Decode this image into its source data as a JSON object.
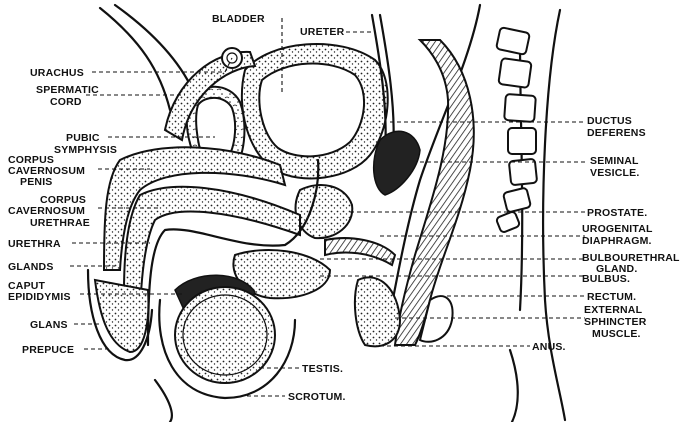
{
  "figure": {
    "labels_left": {
      "urachus": "URACHUS",
      "spermatic_cord": [
        "SPERMATIC",
        "CORD"
      ],
      "pubic_symphysis": [
        "PUBIC",
        "SYMPHYSIS"
      ],
      "corpus_cavernosum_penis": [
        "CORPUS",
        "CAVERNOSUM",
        "PENIS"
      ],
      "corpus_cavernosum_urethrae": [
        "CORPUS",
        "CAVERNOSUM",
        "URETHRAE"
      ],
      "urethra": "URETHRA",
      "glands": "GLANDS",
      "caput_epididymis": [
        "CAPUT",
        "EPIDIDYMIS"
      ],
      "glans": "GLANS",
      "prepuce": "PREPUCE"
    },
    "labels_top": {
      "bladder": "BLADDER",
      "ureter": "URETER"
    },
    "labels_right": {
      "ductus_deferens": [
        "DUCTUS",
        "DEFERENS"
      ],
      "seminal_vesicle": [
        "SEMINAL",
        "VESICLE."
      ],
      "prostate": "PROSTATE.",
      "urogenital_diaphragm": [
        "UROGENITAL",
        "DIAPHRAGM."
      ],
      "bulbourethral_gland": [
        "BULBOURETHRAL",
        "GLAND."
      ],
      "bulbus": "BULBUS.",
      "rectum": "RECTUM.",
      "external_sphincter": [
        "EXTERNAL",
        "SPHINCTER",
        "MUSCLE."
      ],
      "anus": "ANUS."
    },
    "labels_bottom": {
      "testis": "TESTIS.",
      "scrotum": "SCROTUM."
    }
  }
}
